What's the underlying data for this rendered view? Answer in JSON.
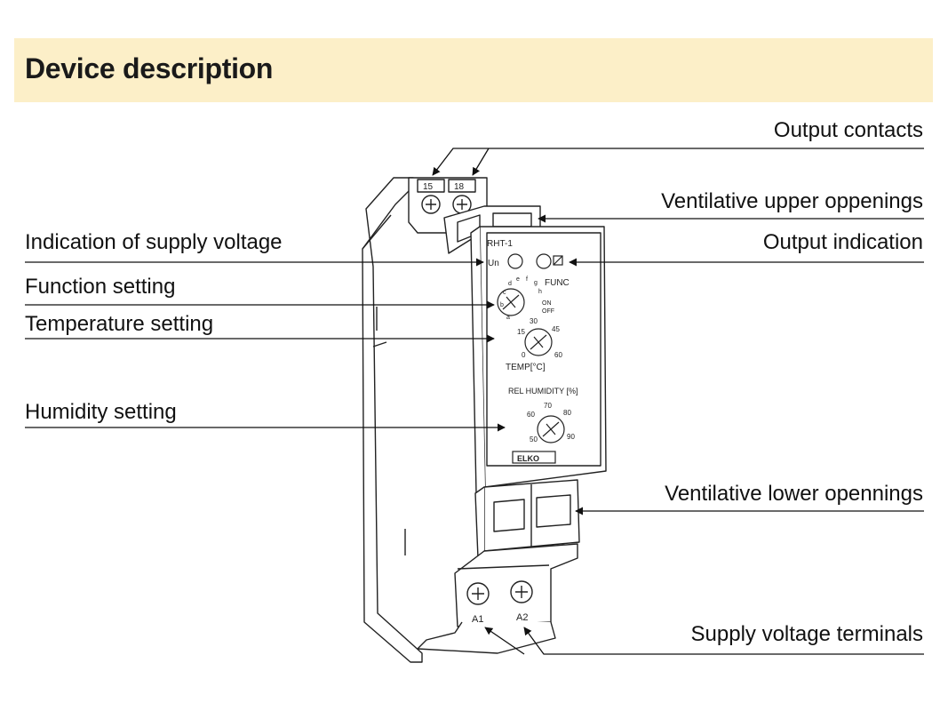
{
  "title": "Device description",
  "labels": {
    "output_contacts": "Output contacts",
    "ventilative_upper": "Ventilative upper oppenings",
    "indication_supply": "Indication of supply voltage",
    "output_indication": "Output indication",
    "function_setting": "Function setting",
    "temperature_setting": "Temperature setting",
    "humidity_setting": "Humidity setting",
    "ventilative_lower": "Ventilative lower opennings",
    "supply_terminals": "Supply voltage terminals"
  },
  "device": {
    "model": "RHT-1",
    "un": "Un",
    "terminal_top_left": "15",
    "terminal_top_right": "18",
    "terminal_bottom_left": "A1",
    "terminal_bottom_right": "A2",
    "func_label": "FUNC",
    "func_marks": [
      "a",
      "b",
      "c",
      "d",
      "e",
      "f",
      "g",
      "h",
      "ON",
      "OFF"
    ],
    "temp_label": "TEMP[°C]",
    "temp_marks": [
      "0",
      "15",
      "30",
      "45",
      "60"
    ],
    "humidity_label": "REL HUMIDITY [%]",
    "humidity_marks": [
      "50",
      "60",
      "70",
      "80",
      "90"
    ],
    "brand": "ELKO"
  },
  "colors": {
    "header_bg": "#fcefc8",
    "line": "#111111"
  }
}
